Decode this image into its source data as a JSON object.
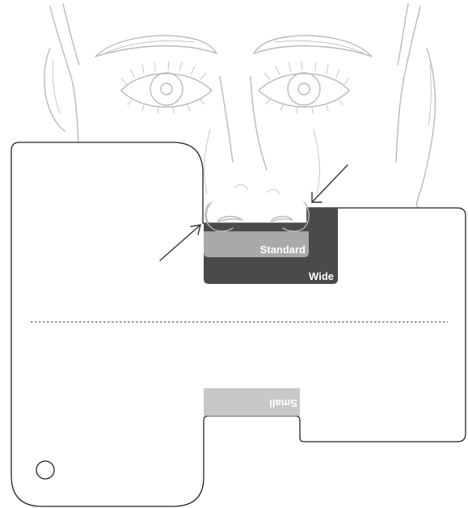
{
  "sizes": {
    "standard_label": "Standard",
    "wide_label": "Wide",
    "small_label": "Small"
  },
  "colors": {
    "standard": "#a9a9a9",
    "wide": "#4a4a4d",
    "small": "#c8c8c8",
    "outline": "#222222",
    "face_line": "#b9b9b9"
  },
  "fold_line": "dashed"
}
